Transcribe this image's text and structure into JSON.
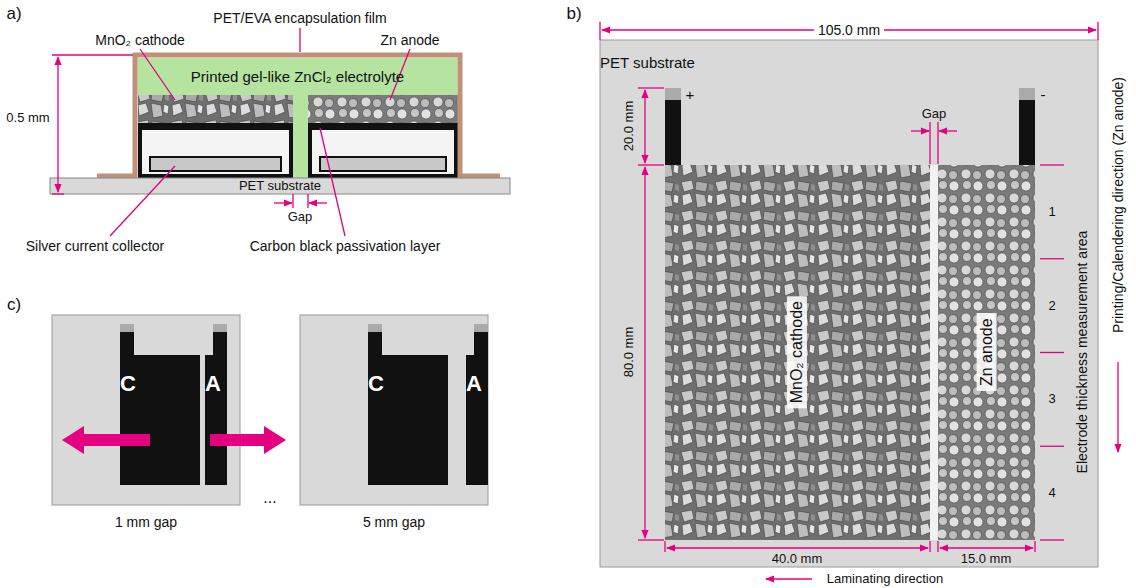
{
  "diagram": {
    "nodes": [
      {
        "text": [
          "PET substrate"
        ]
      },
      {
        "text": [
          "MnO₂ cathode"
        ],
        "in": 0
      },
      {
        "text": [
          "Zn anode"
        ],
        "in": 0
      },
      {
        "text": [
          "Printed gel-like ZnCl₂ electrolyte"
        ]
      },
      {
        "text": [
          "PET substrate"
        ]
      },
      {
        "text": [
          "C"
        ]
      },
      {
        "text": [
          "A"
        ]
      },
      {
        "text": [
          "C"
        ]
      },
      {
        "text": [
          "A"
        ]
      }
    ],
    "labels": [
      "a)",
      "PET/EVA encapsulation film",
      "MnO₂ cathode",
      "Zn anode",
      "0.5 mm",
      "Gap",
      "Silver current collector",
      "Carbon black passivation layer",
      "b)",
      "105.0 mm",
      "20.0 mm",
      "+",
      "-",
      "Gap",
      "80.0 mm",
      "1",
      "2",
      "3",
      "4",
      "Electrode thickness measurement area",
      "Printing/Calendering direction (Zn anode)",
      "40.0 mm",
      "15.0 mm",
      "Laminating direction",
      "c)",
      "1 mm gap",
      "...",
      "5 mm gap"
    ]
  }
}
